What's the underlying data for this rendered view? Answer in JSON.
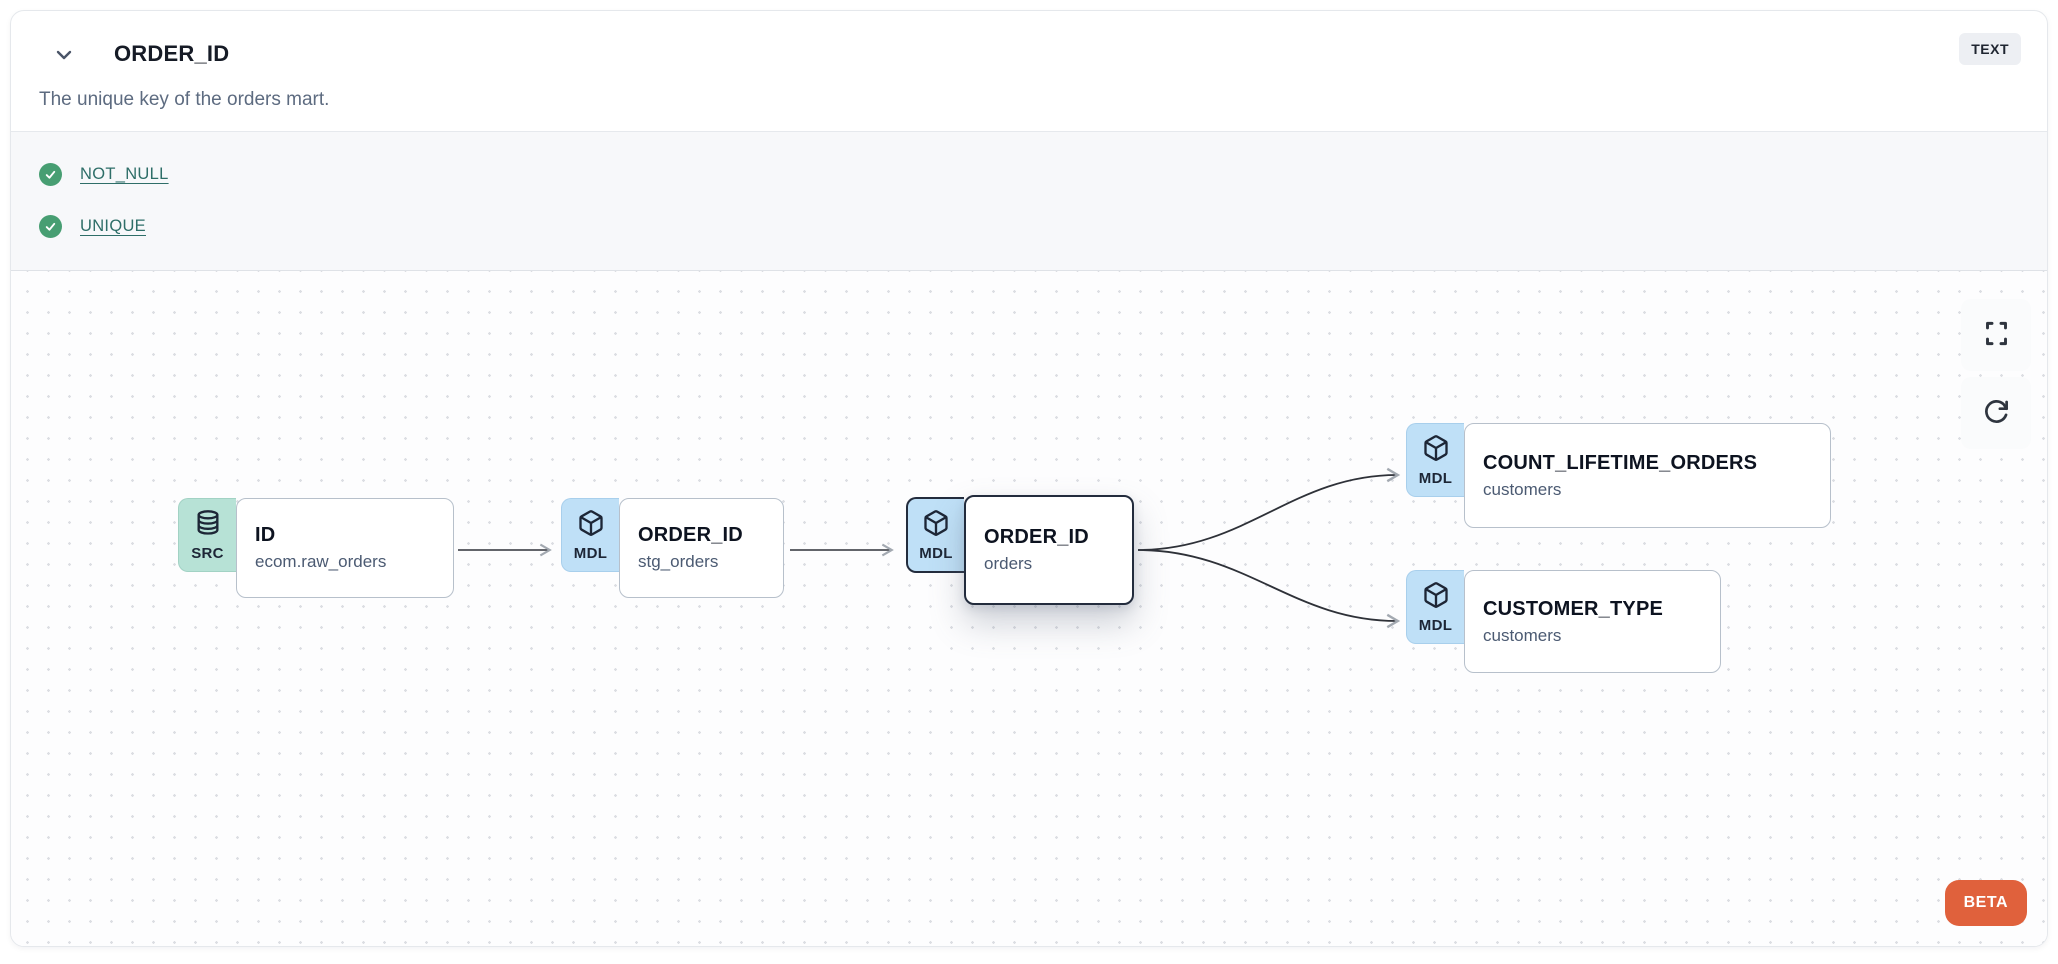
{
  "header": {
    "title": "ORDER_ID",
    "type_badge": "TEXT",
    "description": "The unique key of the orders mart."
  },
  "tests": [
    {
      "label": "NOT_NULL",
      "status": "pass",
      "icon": "check-circle-icon"
    },
    {
      "label": "UNIQUE",
      "status": "pass",
      "icon": "check-circle-icon"
    }
  ],
  "lineage": {
    "nodes": [
      {
        "badge": "SRC",
        "icon": "database-icon",
        "title": "ID",
        "subtitle": "ecom.raw_orders",
        "selected": false
      },
      {
        "badge": "MDL",
        "icon": "cube-icon",
        "title": "ORDER_ID",
        "subtitle": "stg_orders",
        "selected": false
      },
      {
        "badge": "MDL",
        "icon": "cube-icon",
        "title": "ORDER_ID",
        "subtitle": "orders",
        "selected": true
      },
      {
        "badge": "MDL",
        "icon": "cube-icon",
        "title": "COUNT_LIFETIME_ORDERS",
        "subtitle": "customers",
        "selected": false
      },
      {
        "badge": "MDL",
        "icon": "cube-icon",
        "title": "CUSTOMER_TYPE",
        "subtitle": "customers",
        "selected": false
      }
    ],
    "edges": [
      {
        "from": "ID / ecom.raw_orders",
        "to": "ORDER_ID / stg_orders"
      },
      {
        "from": "ORDER_ID / stg_orders",
        "to": "ORDER_ID / orders"
      },
      {
        "from": "ORDER_ID / orders",
        "to": "COUNT_LIFETIME_ORDERS / customers"
      },
      {
        "from": "ORDER_ID / orders",
        "to": "CUSTOMER_TYPE / customers"
      }
    ],
    "controls": [
      {
        "icon": "fullscreen-icon"
      },
      {
        "icon": "refresh-icon"
      }
    ],
    "beta_label": "BETA"
  },
  "colors": {
    "src_badge_bg": "#b7e2d6",
    "mdl_badge_bg": "#bfe0f7",
    "test_link": "#2e6e68",
    "check_green": "#479e72",
    "beta_orange": "#e0613c",
    "selected_border": "#232c3d",
    "edge_stroke": "#2e3138"
  }
}
